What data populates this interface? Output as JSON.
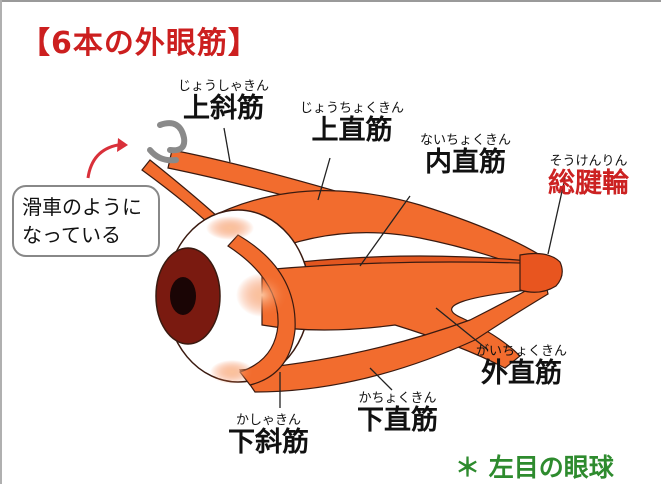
{
  "title": "【6本の外眼筋】",
  "labels": {
    "superior_oblique": {
      "ruby": "じょうしゃきん",
      "name": "上斜筋"
    },
    "superior_rectus": {
      "ruby": "じょうちょくきん",
      "name": "上直筋"
    },
    "medial_rectus": {
      "ruby": "ないちょくきん",
      "name": "内直筋"
    },
    "common_tendon": {
      "ruby": "そうけんりん",
      "name": "総腱輪"
    },
    "lateral_rectus": {
      "ruby": "がいちょくきん",
      "name": "外直筋"
    },
    "inferior_rectus": {
      "ruby": "かちょくきん",
      "name": "下直筋"
    },
    "inferior_oblique": {
      "ruby": "かしゃきん",
      "name": "下斜筋"
    }
  },
  "callout": {
    "line1": "滑車のように",
    "line2": "なっている"
  },
  "note": "＊ 左目の眼球",
  "colors": {
    "muscle": "#f26c2e",
    "muscle_light": "#f9a06e",
    "title_red": "#cc1f1f",
    "tendon_red": "#cc2222",
    "note_green": "#2e8b2e",
    "arrow_red": "#d9303a",
    "iris": "#7a1a10",
    "pupil": "#1a0505",
    "trochlea_gray": "#8a8a8a"
  }
}
